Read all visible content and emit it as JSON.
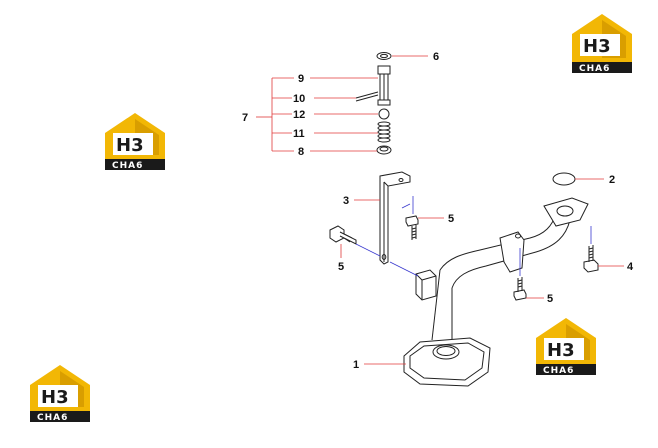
{
  "callouts": {
    "c1": "1",
    "c2": "2",
    "c3": "3",
    "c4": "4",
    "c5a": "5",
    "c5b": "5",
    "c5c": "5",
    "c6": "6",
    "c7": "7",
    "c8": "8",
    "c9": "9",
    "c10": "10",
    "c11": "11",
    "c12": "12"
  },
  "logo": {
    "letters": "H3",
    "word": "CHA6"
  },
  "colors": {
    "leader_red": "#e03a3a",
    "leader_blue": "#3a3acf",
    "part_line": "#222222",
    "logo_yellow": "#f2b705",
    "logo_dark": "#1a1a1a"
  }
}
